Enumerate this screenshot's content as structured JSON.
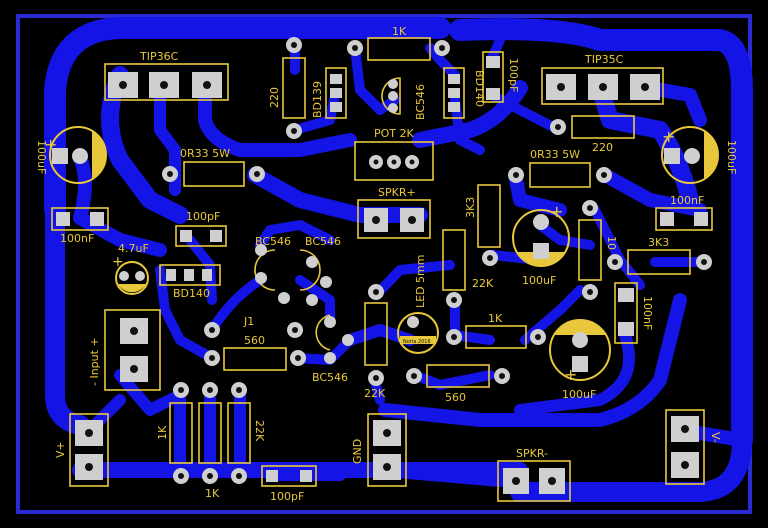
{
  "board": {
    "trace": "#1414e6",
    "silk": "#e8c83a",
    "pad": "#cfcfcf",
    "edge": "#2a2ad6",
    "bg": "#000000"
  },
  "labels": {
    "tip36c": "TIP36C",
    "tip35c": "TIP35C",
    "r1k_top": "1K",
    "r220_a": "220",
    "bd139": "BD139",
    "bc546_top": "BC546",
    "bd140_top": "BD140",
    "c100pf_top": "100pF",
    "pot": "POT 2K",
    "r220_b": "220",
    "c100uf_l": "100uF",
    "c100uf_r": "100uF",
    "or33_l": "0R33 5W",
    "or33_r": "0R33 5W",
    "spkr_plus": "SPKR+",
    "c100nf_l": "100nF",
    "c100nf_r": "100nF",
    "c100pf_mid": "100pF",
    "r3k3_a": "3K3",
    "r3k3_b": "3K3",
    "c4u7": "4.7uF",
    "bc546_a": "BC546",
    "bc546_b": "BC546",
    "bd140_mid": "BD140",
    "r10": "10",
    "c100uf_mid": "100uF",
    "r22k_a": "22K",
    "led": "LED 5mm",
    "c100nf_v": "100nF",
    "j1": "J1",
    "r560_a": "560",
    "r1k_mid": "1K",
    "input": "- Input +",
    "bc546_c": "BC546",
    "r22k_b": "22K",
    "r560_b": "560",
    "c100uf_b": "100uF",
    "r1k_v": "1K",
    "r22k_v": "22K",
    "gnd": "GND",
    "spkr_minus": "SPKR-",
    "vplus": "V+",
    "vminus": "V-",
    "r1k_bot": "1K",
    "c100pf_bot": "100pF",
    "led_inner": "Noria 2016"
  }
}
